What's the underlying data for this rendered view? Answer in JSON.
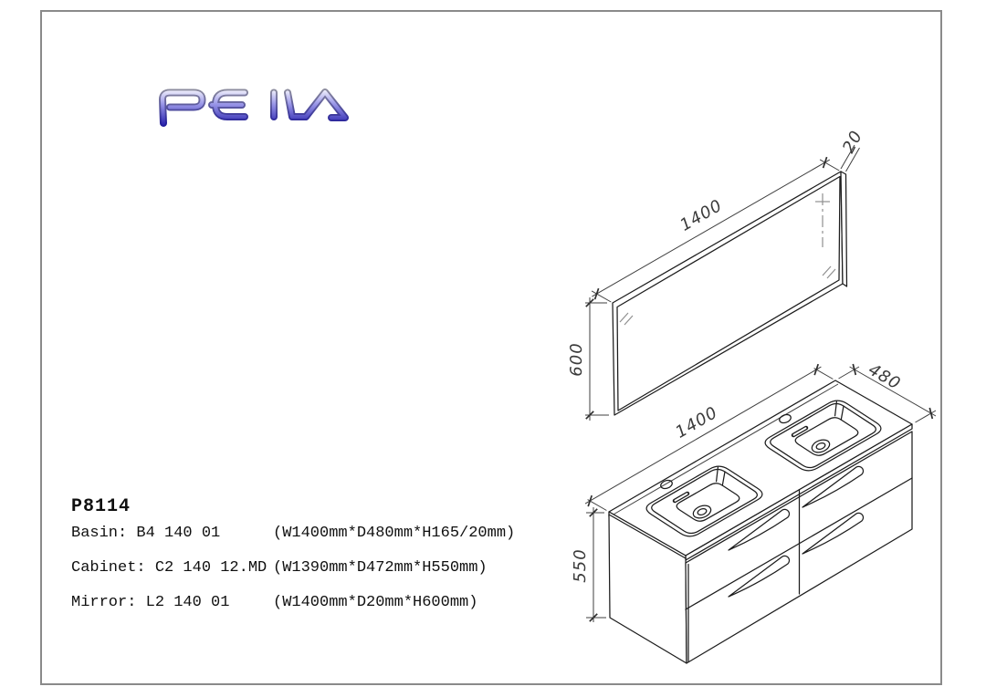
{
  "brand": {
    "logo_text": "PEILA",
    "gradient_top": "#f4f4fb",
    "gradient_mid": "#8f8fd8",
    "gradient_bottom": "#3a30b0",
    "outline_top": "#93939f",
    "outline_bottom": "#221d9c"
  },
  "model_code": "P8114",
  "spec_rows": [
    {
      "label": "Basin: B4 140 01",
      "size": "(W1400mm*D480mm*H165/20mm)"
    },
    {
      "label": "Cabinet: C2 140 12.MD",
      "size": "(W1390mm*D472mm*H550mm)"
    },
    {
      "label": "Mirror: L2 140 01",
      "size": "(W1400mm*D20mm*H600mm)"
    }
  ],
  "mirror_drawing": {
    "width_label": "1400",
    "thickness_label": "20",
    "height_label": "600"
  },
  "cabinet_drawing": {
    "width_label": "1400",
    "depth_label": "480",
    "height_label": "550"
  },
  "colors": {
    "line": "#1c1c1c",
    "dimension_text": "#3b3b3b",
    "page_border": "#8a8a8a",
    "background": "#ffffff"
  }
}
